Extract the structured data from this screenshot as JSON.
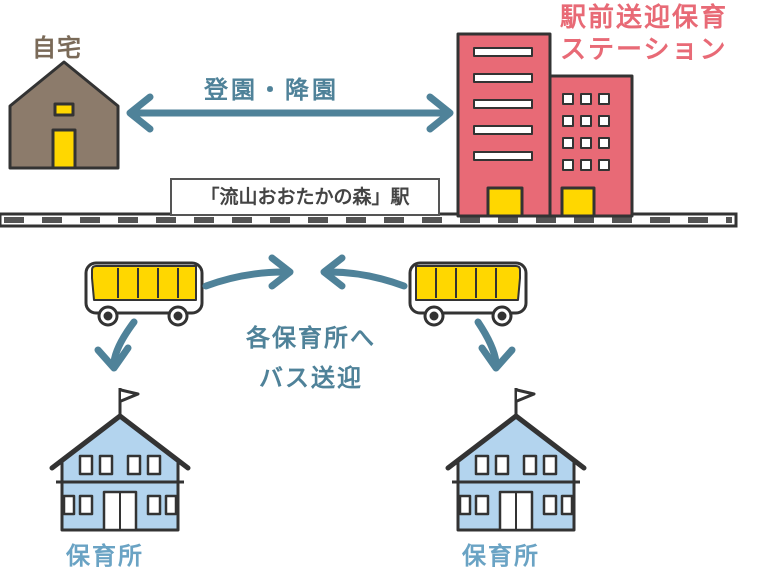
{
  "labels": {
    "home": "自宅",
    "station_line1": "駅前送迎保育",
    "station_line2": "ステーション",
    "commute": "登園・降園",
    "station_name": "「流山おおたかの森」駅",
    "bus_line1": "各保育所へ",
    "bus_line2": "バス送迎",
    "nursery_left": "保育所",
    "nursery_right": "保育所"
  },
  "colors": {
    "house": "#8c7b6b",
    "building": "#e86a76",
    "window": "#ffffff",
    "door": "#ffd700",
    "arrow": "#4f8299",
    "nursery": "#b3d4ee",
    "outline": "#333333",
    "bus": "#ffd700"
  }
}
